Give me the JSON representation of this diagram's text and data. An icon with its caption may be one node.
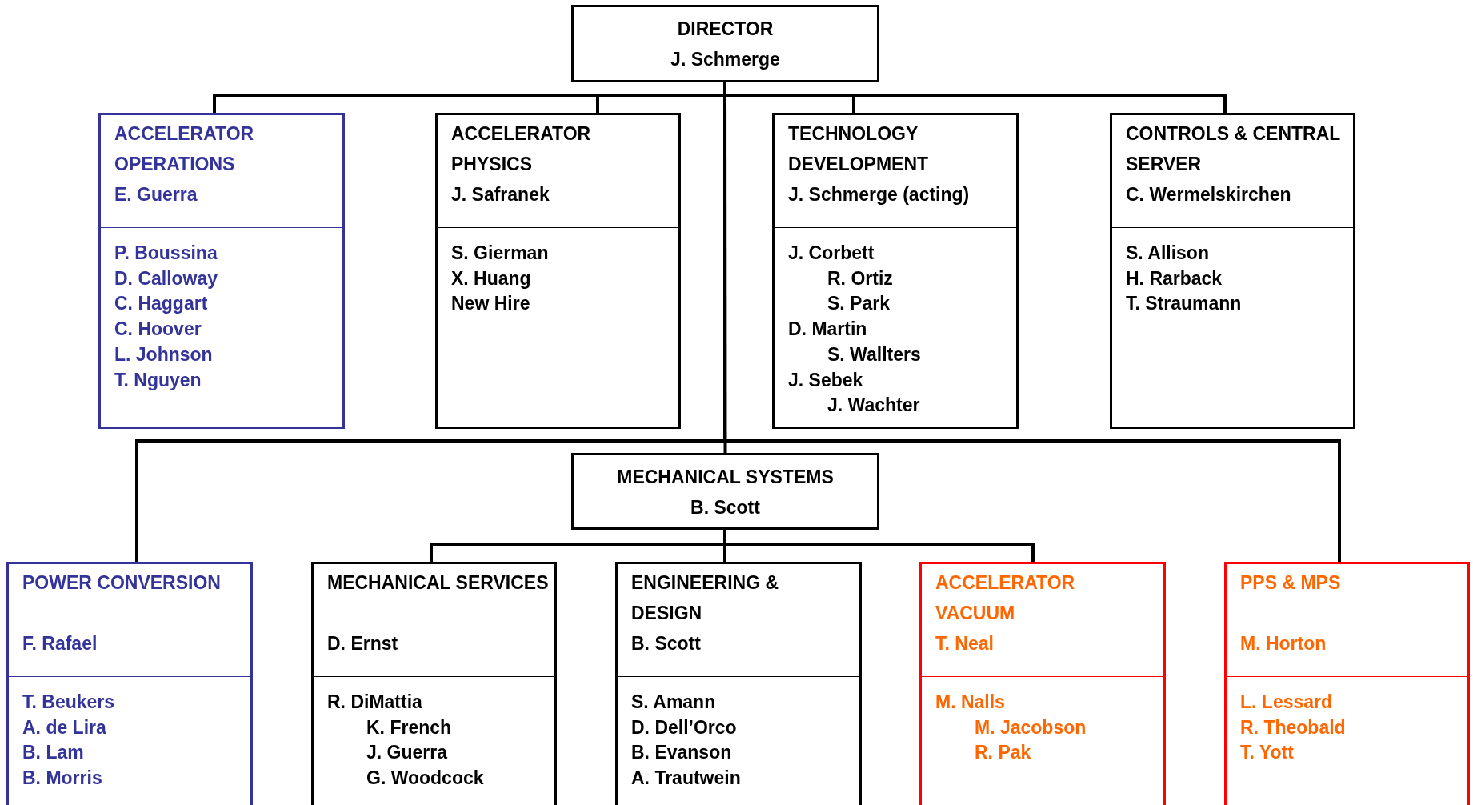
{
  "diagram": {
    "nodes": [
      {
        "text": [
          "DIRECTOR",
          "J. Schmerge"
        ]
      },
      {
        "text": [
          "ACCELERATOR OPERATIONS",
          "E. Guerra",
          "P. Boussina",
          "D. Calloway",
          "C. Haggart",
          "C. Hoover",
          "L. Johnson",
          "T. Nguyen"
        ]
      },
      {
        "text": [
          "ACCELERATOR PHYSICS",
          "J. Safranek",
          "S. Gierman",
          "X. Huang",
          "New Hire"
        ]
      },
      {
        "text": [
          "TECHNOLOGY DEVELOPMENT",
          "J. Schmerge (acting)",
          "J. Corbett",
          "R. Ortiz",
          "S. Park",
          "D. Martin",
          "S. Wallters",
          "J. Sebek",
          "J. Wachter"
        ]
      },
      {
        "text": [
          "CONTROLS & CENTRAL SERVER",
          "C. Wermelskirchen",
          "S. Allison",
          "H. Rarback",
          "T. Straumann"
        ]
      },
      {
        "text": [
          "MECHANICAL SYSTEMS",
          "B. Scott"
        ]
      },
      {
        "text": [
          "POWER CONVERSION",
          "F. Rafael",
          "T. Beukers",
          "A. de Lira",
          "B. Lam",
          "B. Morris"
        ]
      },
      {
        "text": [
          "MECHANICAL SERVICES",
          "D. Ernst",
          "R. DiMattia",
          "K. French",
          "J. Guerra",
          "G. Woodcock"
        ]
      },
      {
        "text": [
          "ENGINEERING & DESIGN",
          "B. Scott",
          "S. Amann",
          "D. Dell’Orco",
          "B. Evanson",
          "A. Trautwein"
        ]
      },
      {
        "text": [
          "ACCELERATOR VACUUM",
          "T. Neal",
          "M. Nalls",
          "M. Jacobson",
          "R. Pak"
        ]
      },
      {
        "text": [
          "PPS & MPS",
          "M. Horton",
          "L. Lessard",
          "R. Theobald",
          "T. Yott"
        ]
      }
    ],
    "edges": [
      {
        "from": 0,
        "to": 1,
        "arrow": "none"
      },
      {
        "from": 0,
        "to": 2,
        "arrow": "none"
      },
      {
        "from": 0,
        "to": 3,
        "arrow": "none"
      },
      {
        "from": 0,
        "to": 4,
        "arrow": "none"
      },
      {
        "from": 0,
        "to": 5,
        "arrow": "none"
      },
      {
        "from": 0,
        "to": 6,
        "arrow": "none"
      },
      {
        "from": 0,
        "to": 10,
        "arrow": "none"
      },
      {
        "from": 5,
        "to": 7,
        "arrow": "none"
      },
      {
        "from": 5,
        "to": 8,
        "arrow": "none"
      },
      {
        "from": 5,
        "to": 9,
        "arrow": "none"
      }
    ]
  }
}
